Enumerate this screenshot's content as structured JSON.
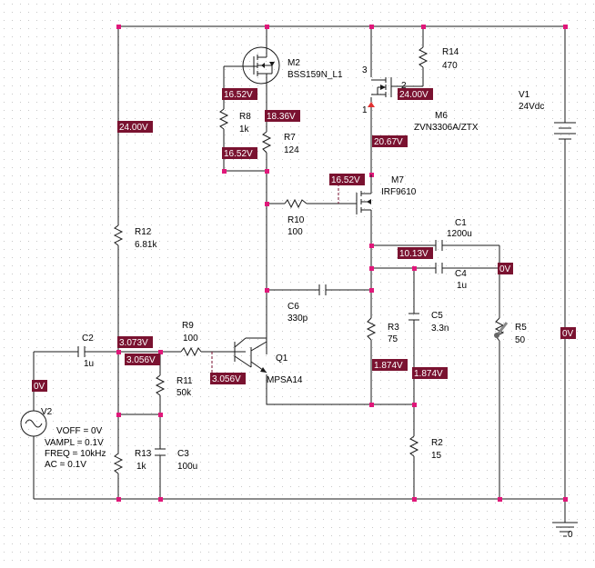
{
  "colors": {
    "wire": "#1a1a1a",
    "node": "#e0177a",
    "voltage_tag_bg": "#7a1230",
    "voltage_tag_text": "#ffffff",
    "grid_dot": "#c8c8c8",
    "arrow": "#e03030"
  },
  "components": {
    "M2": {
      "ref": "M2",
      "model": "BSS159N_L1"
    },
    "M6": {
      "ref": "M6",
      "model": "ZVN3306A/ZTX",
      "pin3": "3",
      "pin2": "2",
      "pin1": "1"
    },
    "M7": {
      "ref": "M7",
      "model": "IRF9610"
    },
    "Q1": {
      "ref": "Q1",
      "model": "MPSA14"
    },
    "R14": {
      "ref": "R14",
      "value": "470"
    },
    "R8": {
      "ref": "R8",
      "value": "1k"
    },
    "R7": {
      "ref": "R7",
      "value": "124"
    },
    "R12": {
      "ref": "R12",
      "value": "6.81k"
    },
    "R10": {
      "ref": "R10",
      "value": "100"
    },
    "R9": {
      "ref": "R9",
      "value": "100"
    },
    "R11": {
      "ref": "R11",
      "value": "50k"
    },
    "R13": {
      "ref": "R13",
      "value": "1k"
    },
    "R3": {
      "ref": "R3",
      "value": "75"
    },
    "R2": {
      "ref": "R2",
      "value": "15"
    },
    "R5": {
      "ref": "R5",
      "value": "50"
    },
    "C1": {
      "ref": "C1",
      "value": "1200u"
    },
    "C4": {
      "ref": "C4",
      "value": "1u"
    },
    "C6": {
      "ref": "C6",
      "value": "330p"
    },
    "C5": {
      "ref": "C5",
      "value": "3.3n"
    },
    "C2": {
      "ref": "C2",
      "value": "1u"
    },
    "C3": {
      "ref": "C3",
      "value": "100u"
    },
    "V1": {
      "ref": "V1",
      "value": "24Vdc"
    },
    "V2": {
      "ref": "V2",
      "voff": "VOFF = 0V",
      "vampl": "VAMPL = 0.1V",
      "freq": "FREQ = 10kHz",
      "ac": "AC = 0.1V"
    },
    "ground": {
      "label": "0"
    }
  },
  "voltage_tags": {
    "m2_gate": "16.52V",
    "m2_source": "18.36V",
    "r8_bottom": "16.52V",
    "rail_left": "24.00V",
    "m6_source": "24.00V",
    "m6_drain": "20.67V",
    "m7_gate": "16.52V",
    "c1_left": "10.13V",
    "output": "0V",
    "v1_side": "0V",
    "bias_top": "3.073V",
    "bias_mid": "3.056V",
    "q1_base": "3.056V",
    "r3_bottom": "1.874V",
    "c5_bottom": "1.874V",
    "v2_top": "0V"
  }
}
